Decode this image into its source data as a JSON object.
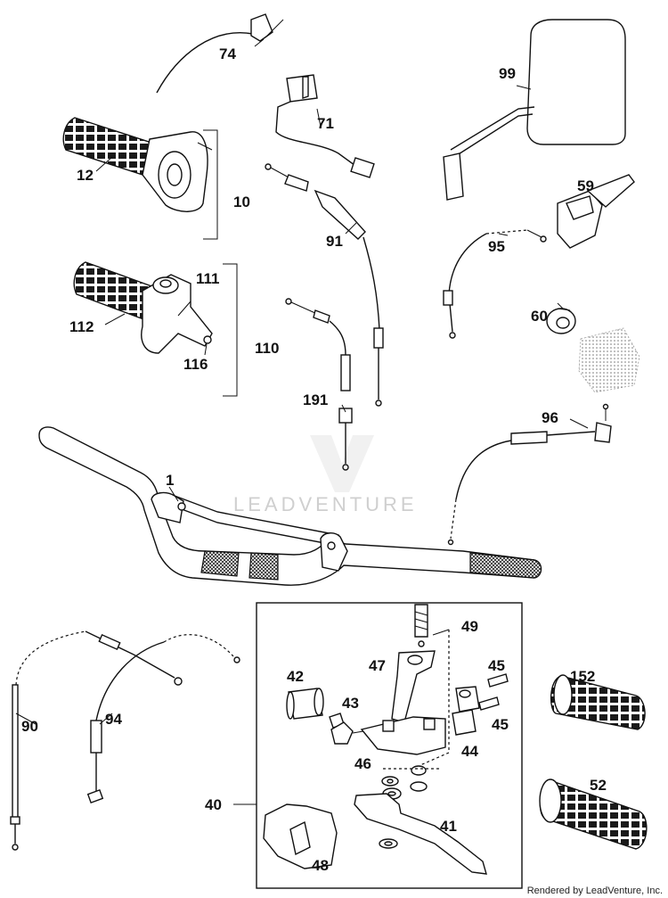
{
  "diagram": {
    "callouts": {
      "c1": "1",
      "c10": "10",
      "c12": "12",
      "c40": "40",
      "c41": "41",
      "c42": "42",
      "c43": "43",
      "c44": "44",
      "c45a": "45",
      "c45b": "45",
      "c46": "46",
      "c47": "47",
      "c48": "48",
      "c49": "49",
      "c52": "52",
      "c59": "59",
      "c60": "60",
      "c71": "71",
      "c74": "74",
      "c90": "90",
      "c91": "91",
      "c94": "94",
      "c95": "95",
      "c96": "96",
      "c99": "99",
      "c110": "110",
      "c111": "111",
      "c112": "112",
      "c116": "116",
      "c152": "152",
      "c191": "191"
    },
    "watermark": "LEADVENTURE",
    "footer": "Rendered by LeadVenture, Inc."
  }
}
